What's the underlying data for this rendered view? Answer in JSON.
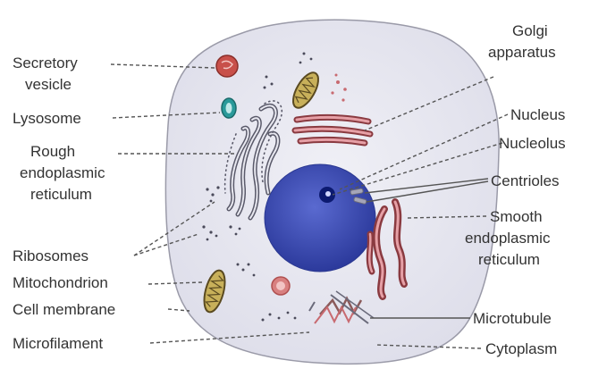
{
  "labels": {
    "secretory_vesicle": [
      "Secretory",
      "vesicle"
    ],
    "lysosome": "Lysosome",
    "rough_er": [
      "Rough",
      "endoplasmic",
      "reticulum"
    ],
    "ribosomes": "Ribosomes",
    "mitochondrion": "Mitochondrion",
    "cell_membrane": "Cell membrane",
    "microfilament": "Microfilament",
    "golgi": [
      "Golgi",
      "apparatus"
    ],
    "nucleus": "Nucleus",
    "nucleolus": "Nucleolus",
    "centrioles": "Centrioles",
    "smooth_er": [
      "Smooth",
      "endoplasmic",
      "reticulum"
    ],
    "microtubule": "Microtubule",
    "cytoplasm": "Cytoplasm"
  },
  "colors": {
    "cell_fill": "#ebebf3",
    "cell_outline": "#9a9aa8",
    "nucleus": "#3848b0",
    "nucleolus": "#0c1a70",
    "vesicle": "#c8504a",
    "lysosome": "#2a9a9a",
    "golgi": "#c86a70",
    "mitochondrion": "#c8b05a",
    "smooth_er": "#c86a70"
  }
}
